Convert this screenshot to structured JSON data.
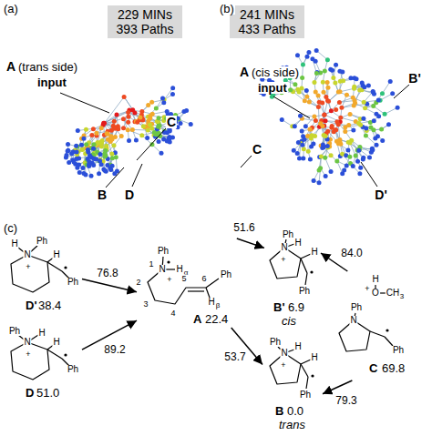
{
  "diagram": {
    "nodes": [
      {
        "text": [
          "229 MINs 393 Paths"
        ]
      },
      {
        "text": [
          "241 MINs 433 Paths"
        ]
      },
      {
        "text": [
          "D'",
          "38.4"
        ]
      },
      {
        "text": [
          "D",
          "51.0"
        ]
      },
      {
        "text": [
          "A",
          "22.4"
        ]
      },
      {
        "text": [
          "B'",
          "6.9",
          "cis"
        ]
      },
      {
        "text": [
          "B",
          "0.0",
          "trans"
        ]
      },
      {
        "text": [
          "C",
          "69.8"
        ]
      }
    ],
    "edges": [
      {
        "from": 2,
        "to": 4,
        "arrow": "to",
        "label": "76.8"
      },
      {
        "from": 3,
        "to": 4,
        "arrow": "to",
        "label": "89.2"
      },
      {
        "from": 4,
        "to": 5,
        "arrow": "to",
        "label": "51.6"
      },
      {
        "from": 4,
        "to": 6,
        "arrow": "to",
        "label": "53.7"
      },
      {
        "from": 7,
        "to": 5,
        "arrow": "to",
        "label": "84.0"
      },
      {
        "from": 7,
        "to": 6,
        "arrow": "to",
        "label": "79.3"
      }
    ],
    "labels": [
      "(a)",
      "A",
      "(trans side)",
      "input",
      "C",
      "B",
      "D",
      "(b)",
      "A",
      "(cis side)",
      "input",
      "C",
      "B'",
      "D'",
      "(c)",
      "H",
      "N",
      "Ph",
      "+",
      "H",
      "Ph",
      "Ph",
      "N",
      "H",
      "+",
      "H",
      "Ph",
      "Ph",
      "1",
      "N",
      "H",
      "α",
      "+",
      "2",
      "3",
      "4",
      "5",
      "6",
      "Ph",
      "H",
      "β",
      "Ph",
      "N",
      "H",
      "+",
      "H",
      "Ph",
      "Ph",
      "H",
      "N",
      "+",
      "H",
      "Ph",
      "H",
      "+",
      "O",
      "CH",
      "3",
      "N",
      "Ph",
      "Ph"
    ]
  }
}
